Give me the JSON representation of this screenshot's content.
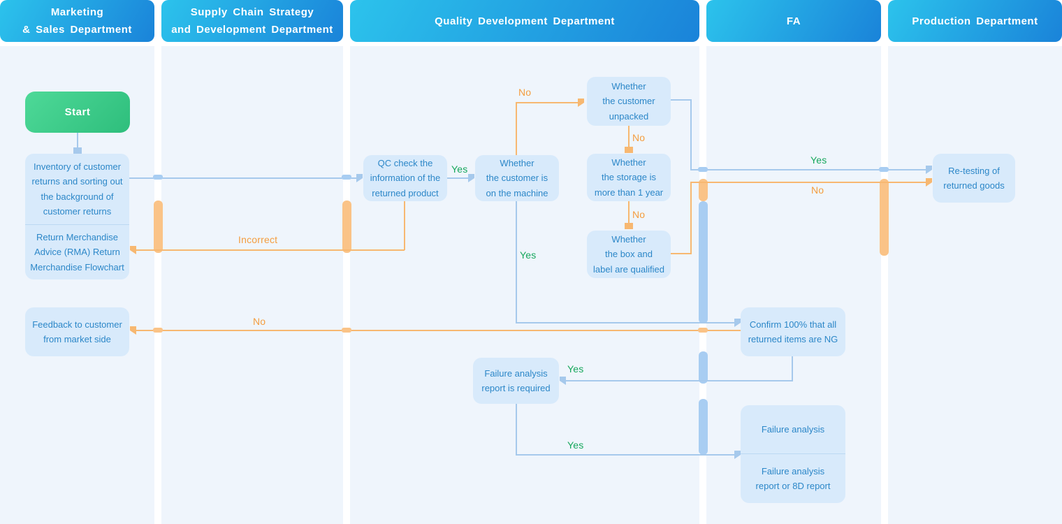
{
  "colors": {
    "header-gradient-start": "#2cc3ec",
    "header-gradient-end": "#1a83d9",
    "lane-bg": "#eff5fc",
    "node-bg": "#d8eafb",
    "node-text": "#2c87c8",
    "node-divider": "#bcd9f2",
    "start-gradient-start": "#4ed998",
    "start-gradient-end": "#2ebe7c",
    "line-blue": "#a6c9ec",
    "line-orange": "#f7b871",
    "bar-blue": "#a8cdf2",
    "bar-orange": "#fac387",
    "label-green": "#16a75c",
    "label-orange": "#f49d3f",
    "text-white": "#ffffff"
  },
  "lanes": [
    {
      "title": [
        "Marketing",
        "& Sales Department"
      ]
    },
    {
      "title": [
        "Supply Chain Strategy",
        "and Development Department"
      ]
    },
    {
      "title": [
        "Quality Development Department"
      ]
    },
    {
      "title": [
        "FA"
      ]
    },
    {
      "title": [
        "Production Department"
      ]
    }
  ],
  "nodes": {
    "start": {
      "label": "Start"
    },
    "inventory": {
      "lines": [
        "Inventory of customer",
        "returns and sorting out",
        "the background of",
        "customer returns"
      ]
    },
    "rma": {
      "lines": [
        "Return Merchandise",
        "Advice (RMA) Return",
        "Merchandise Flowchart"
      ]
    },
    "feedback": {
      "lines": [
        "Feedback to customer",
        "from market side"
      ]
    },
    "qc_check": {
      "lines": [
        "QC check the",
        "information of the",
        "returned product"
      ]
    },
    "on_machine": {
      "lines": [
        "Whether",
        "the customer is",
        "on the machine"
      ]
    },
    "unpacked": {
      "lines": [
        "Whether",
        "the customer",
        "unpacked"
      ]
    },
    "storage": {
      "lines": [
        "Whether",
        "the storage is",
        "more than 1 year"
      ]
    },
    "box_label": {
      "lines": [
        "Whether",
        "the box and",
        "label are qualified"
      ]
    },
    "confirm_ng": {
      "lines": [
        "Confirm 100% that all",
        "returned items are NG"
      ]
    },
    "retest": {
      "lines": [
        "Re-testing of",
        "returned goods"
      ]
    },
    "fa_report_required": {
      "lines": [
        "Failure analysis",
        "report is required"
      ]
    },
    "failure_analysis": {
      "lines": [
        "Failure analysis"
      ]
    },
    "failure_report_8d": {
      "lines": [
        "Failure analysis",
        "report or 8D report"
      ]
    }
  },
  "edge_labels": {
    "qc_to_machine": "Yes",
    "machine_to_unpacked": "No",
    "unpacked_to_storage": "No",
    "storage_to_boxlabel": "No",
    "unpacked_to_retest": "Yes",
    "boxlabel_to_retest": "No",
    "qc_to_rma": "Incorrect",
    "machine_to_confirm": "Yes",
    "confirm_to_feedback": "No",
    "confirm_to_fareport": "Yes",
    "fareport_to_fa": "Yes"
  }
}
